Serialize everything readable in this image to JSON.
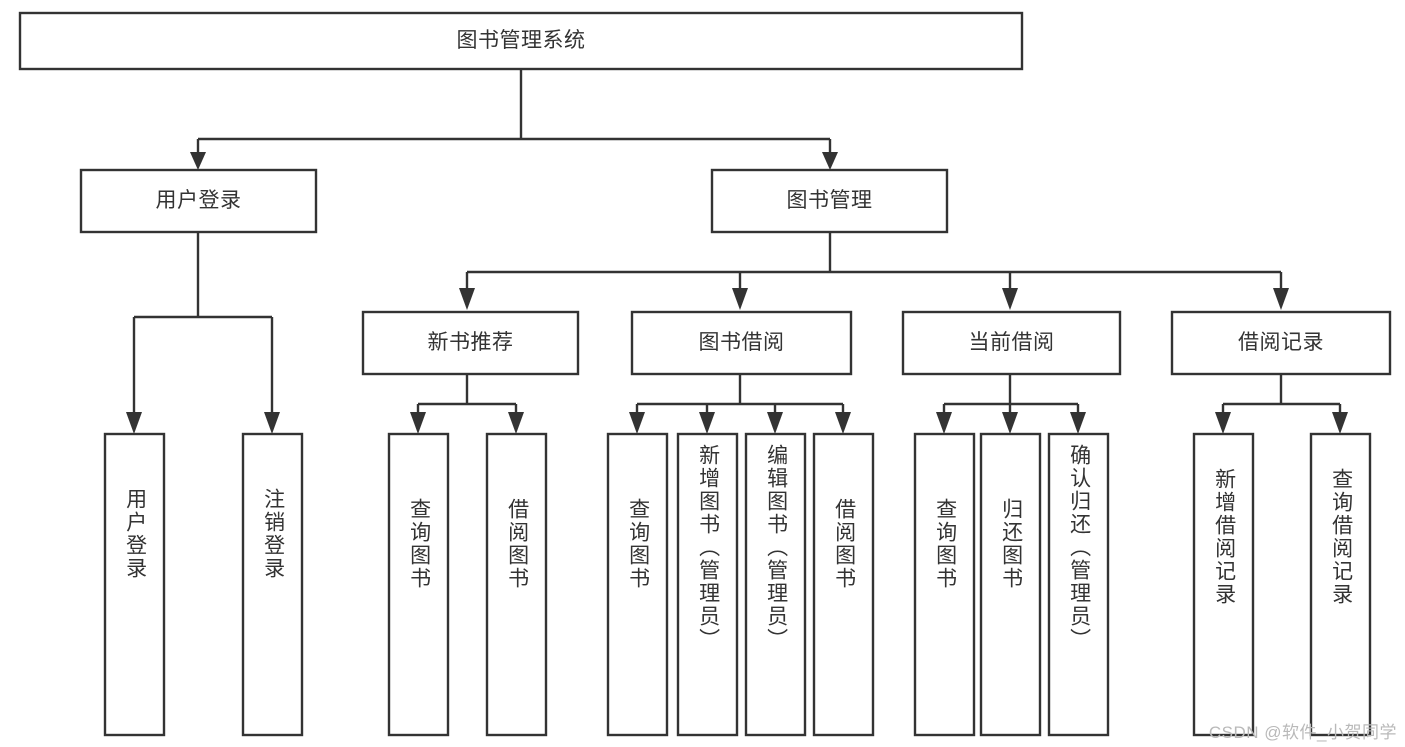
{
  "diagram": {
    "title": "图书管理系统",
    "type": "tree-hierarchy-diagram",
    "watermark": "CSDN @软件_小贺同学",
    "colors": {
      "box_fill": "#ffffff",
      "box_stroke": "#333333",
      "text": "#333333",
      "background": "#ffffff",
      "watermark": "#b9b9b9"
    },
    "root": {
      "label": "图书管理系统",
      "orientation": "horizontal"
    },
    "level1": [
      {
        "label": "用户登录",
        "orientation": "horizontal"
      },
      {
        "label": "图书管理",
        "orientation": "horizontal"
      }
    ],
    "level2": [
      {
        "label": "新书推荐",
        "orientation": "horizontal",
        "parent": "图书管理"
      },
      {
        "label": "图书借阅",
        "orientation": "horizontal",
        "parent": "图书管理"
      },
      {
        "label": "当前借阅",
        "orientation": "horizontal",
        "parent": "图书管理"
      },
      {
        "label": "借阅记录",
        "orientation": "horizontal",
        "parent": "图书管理"
      }
    ],
    "leaves": {
      "user_login": [
        {
          "label": "用户登录",
          "orientation": "vertical"
        },
        {
          "label": "注销登录",
          "orientation": "vertical"
        }
      ],
      "new_book_recommend": [
        {
          "label": "查询图书",
          "orientation": "vertical"
        },
        {
          "label": "借阅图书",
          "orientation": "vertical"
        }
      ],
      "book_borrow": [
        {
          "label": "查询图书",
          "orientation": "vertical"
        },
        {
          "label": "新增图书（管理员）",
          "orientation": "vertical"
        },
        {
          "label": "编辑图书（管理员）",
          "orientation": "vertical"
        },
        {
          "label": "借阅图书",
          "orientation": "vertical"
        }
      ],
      "current_borrow": [
        {
          "label": "查询图书",
          "orientation": "vertical"
        },
        {
          "label": "归还图书",
          "orientation": "vertical"
        },
        {
          "label": "确认归还（管理员）",
          "orientation": "vertical"
        }
      ],
      "borrow_record": [
        {
          "label": "新增借阅记录",
          "orientation": "vertical"
        },
        {
          "label": "查询借阅记录",
          "orientation": "vertical"
        }
      ]
    }
  }
}
